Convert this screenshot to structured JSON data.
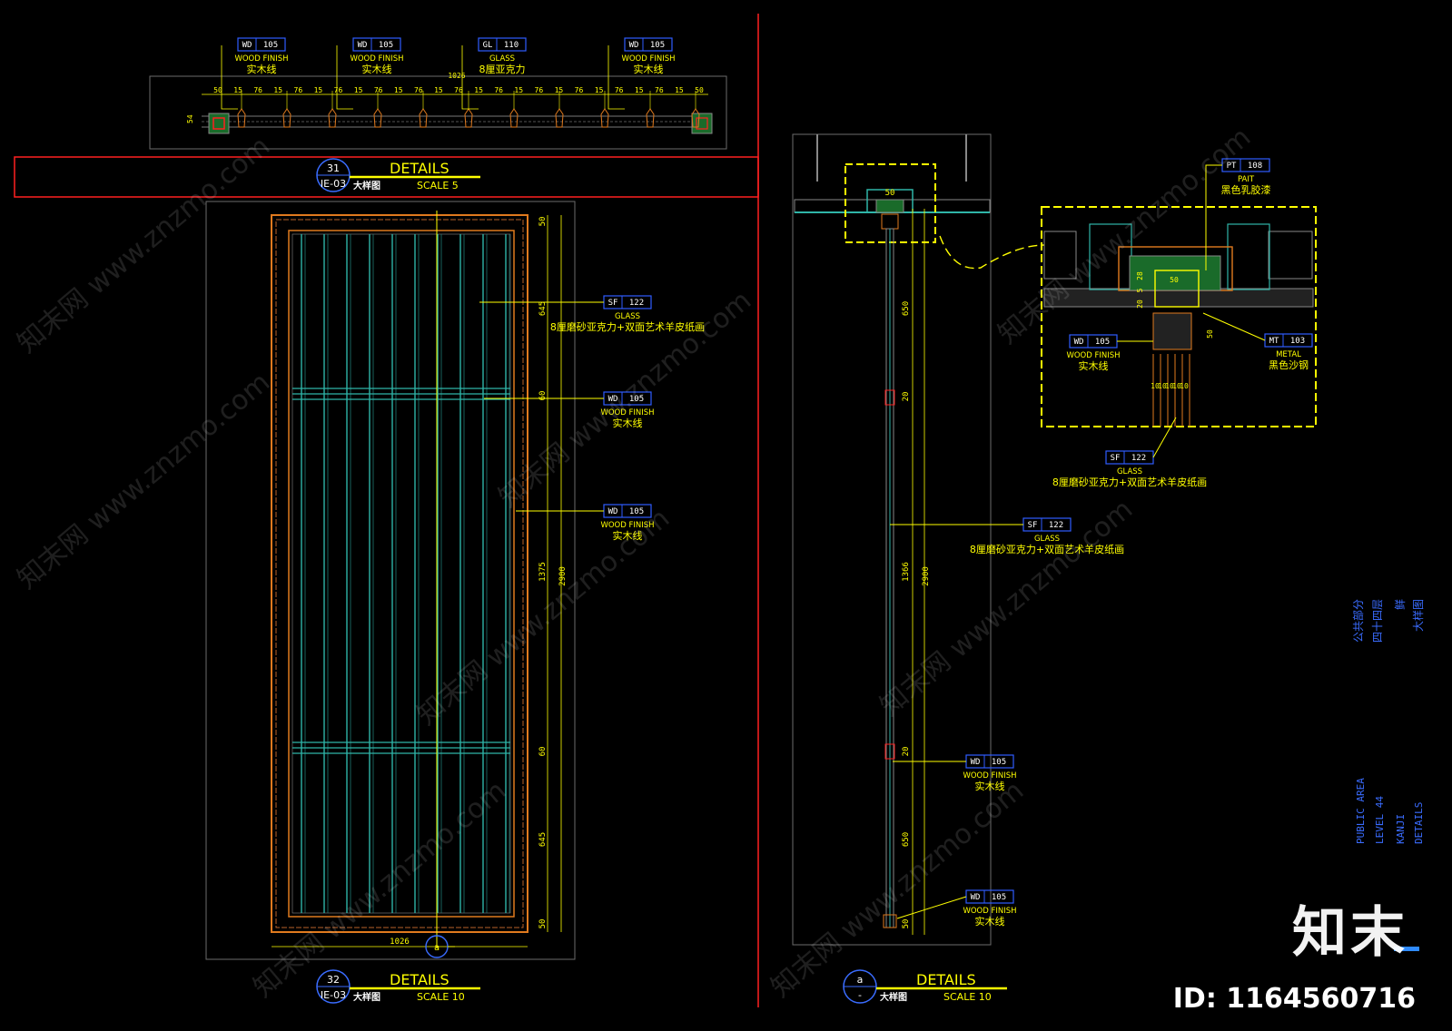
{
  "colors": {
    "background": "#000000",
    "tag_frame": "#2f5cff",
    "annotation": "#ffff00",
    "border_red": "#ff2020",
    "frame_orange": "#e07a1e",
    "glass_cyan": "#2fb5a8",
    "title_blue": "#3a6cff"
  },
  "top_plan": {
    "tags": [
      {
        "code": "WD",
        "num": "105",
        "en": "WOOD FINISH",
        "zh": "实木线"
      },
      {
        "code": "WD",
        "num": "105",
        "en": "WOOD FINISH",
        "zh": "实木线"
      },
      {
        "code": "GL",
        "num": "110",
        "en": "GLASS",
        "zh": "8厘亚克力"
      },
      {
        "code": "WD",
        "num": "105",
        "en": "WOOD FINISH",
        "zh": "实木线"
      }
    ],
    "overall_dim": "1026",
    "dims": [
      "50",
      "15",
      "76",
      "15",
      "76",
      "15",
      "76",
      "15",
      "76",
      "15",
      "76",
      "15",
      "76",
      "15",
      "76",
      "15",
      "76",
      "15",
      "76",
      "15",
      "76",
      "15",
      "76",
      "15",
      "50"
    ],
    "side_dim": "54"
  },
  "detail_31": {
    "number": "31",
    "ref": "IE-03",
    "title": "DETAILS",
    "zh": "大样图",
    "scale": "SCALE 5"
  },
  "detail_32": {
    "number": "32",
    "ref": "IE-03",
    "title": "DETAILS",
    "zh": "大样图",
    "scale": "SCALE 10"
  },
  "detail_a": {
    "number": "a",
    "ref": "-",
    "title": "DETAILS",
    "zh": "大样图",
    "scale": "SCALE 10"
  },
  "elevation": {
    "width_dim": "1026",
    "right_dims": [
      "50",
      "645",
      "60",
      "1375",
      "60",
      "645",
      "50"
    ],
    "total_dim": "2900",
    "section_marker": "a",
    "tags": [
      {
        "code": "SF",
        "num": "122",
        "en": "GLASS",
        "zh": "8厘磨砂亚克力+双面艺术羊皮纸画"
      },
      {
        "code": "WD",
        "num": "105",
        "en": "WOOD FINISH",
        "zh": "实木线"
      },
      {
        "code": "WD",
        "num": "105",
        "en": "WOOD FINISH",
        "zh": "实木线"
      }
    ]
  },
  "section": {
    "head_dim": "50",
    "dims": [
      "650",
      "20",
      "1366",
      "20",
      "650",
      "50"
    ],
    "total_dim": "2900",
    "tags": [
      {
        "code": "SF",
        "num": "122",
        "en": "GLASS",
        "zh": "8厘磨砂亚克力+双面艺术羊皮纸画"
      },
      {
        "code": "WD",
        "num": "105",
        "en": "WOOD FINISH",
        "zh": "实木线"
      },
      {
        "code": "WD",
        "num": "105",
        "en": "WOOD FINISH",
        "zh": "实木线"
      }
    ]
  },
  "enlarged": {
    "dims": [
      "50",
      "28",
      "5",
      "20",
      "50",
      "10",
      "10",
      "10",
      "10",
      "10"
    ],
    "tags": [
      {
        "code": "PT",
        "num": "108",
        "en": "PAIT",
        "zh": "黑色乳胶漆"
      },
      {
        "code": "WD",
        "num": "105",
        "en": "WOOD FINISH",
        "zh": "实木线"
      },
      {
        "code": "MT",
        "num": "103",
        "en": "METAL",
        "zh": "黑色沙钢"
      },
      {
        "code": "SF",
        "num": "122",
        "en": "GLASS",
        "zh": "8厘磨砂亚克力+双面艺术羊皮纸画"
      }
    ]
  },
  "title_block": {
    "zh": [
      "公共部分",
      "四十四层",
      "鲜",
      "大样图"
    ],
    "en": [
      "PUBLIC AREA",
      "LEVEL 44",
      "KANJI",
      "DETAILS"
    ]
  },
  "watermark": {
    "zh": "知末网",
    "url": "www.znzmo.com"
  },
  "brand": {
    "logo": "知末",
    "id": "ID: 1164560716"
  }
}
